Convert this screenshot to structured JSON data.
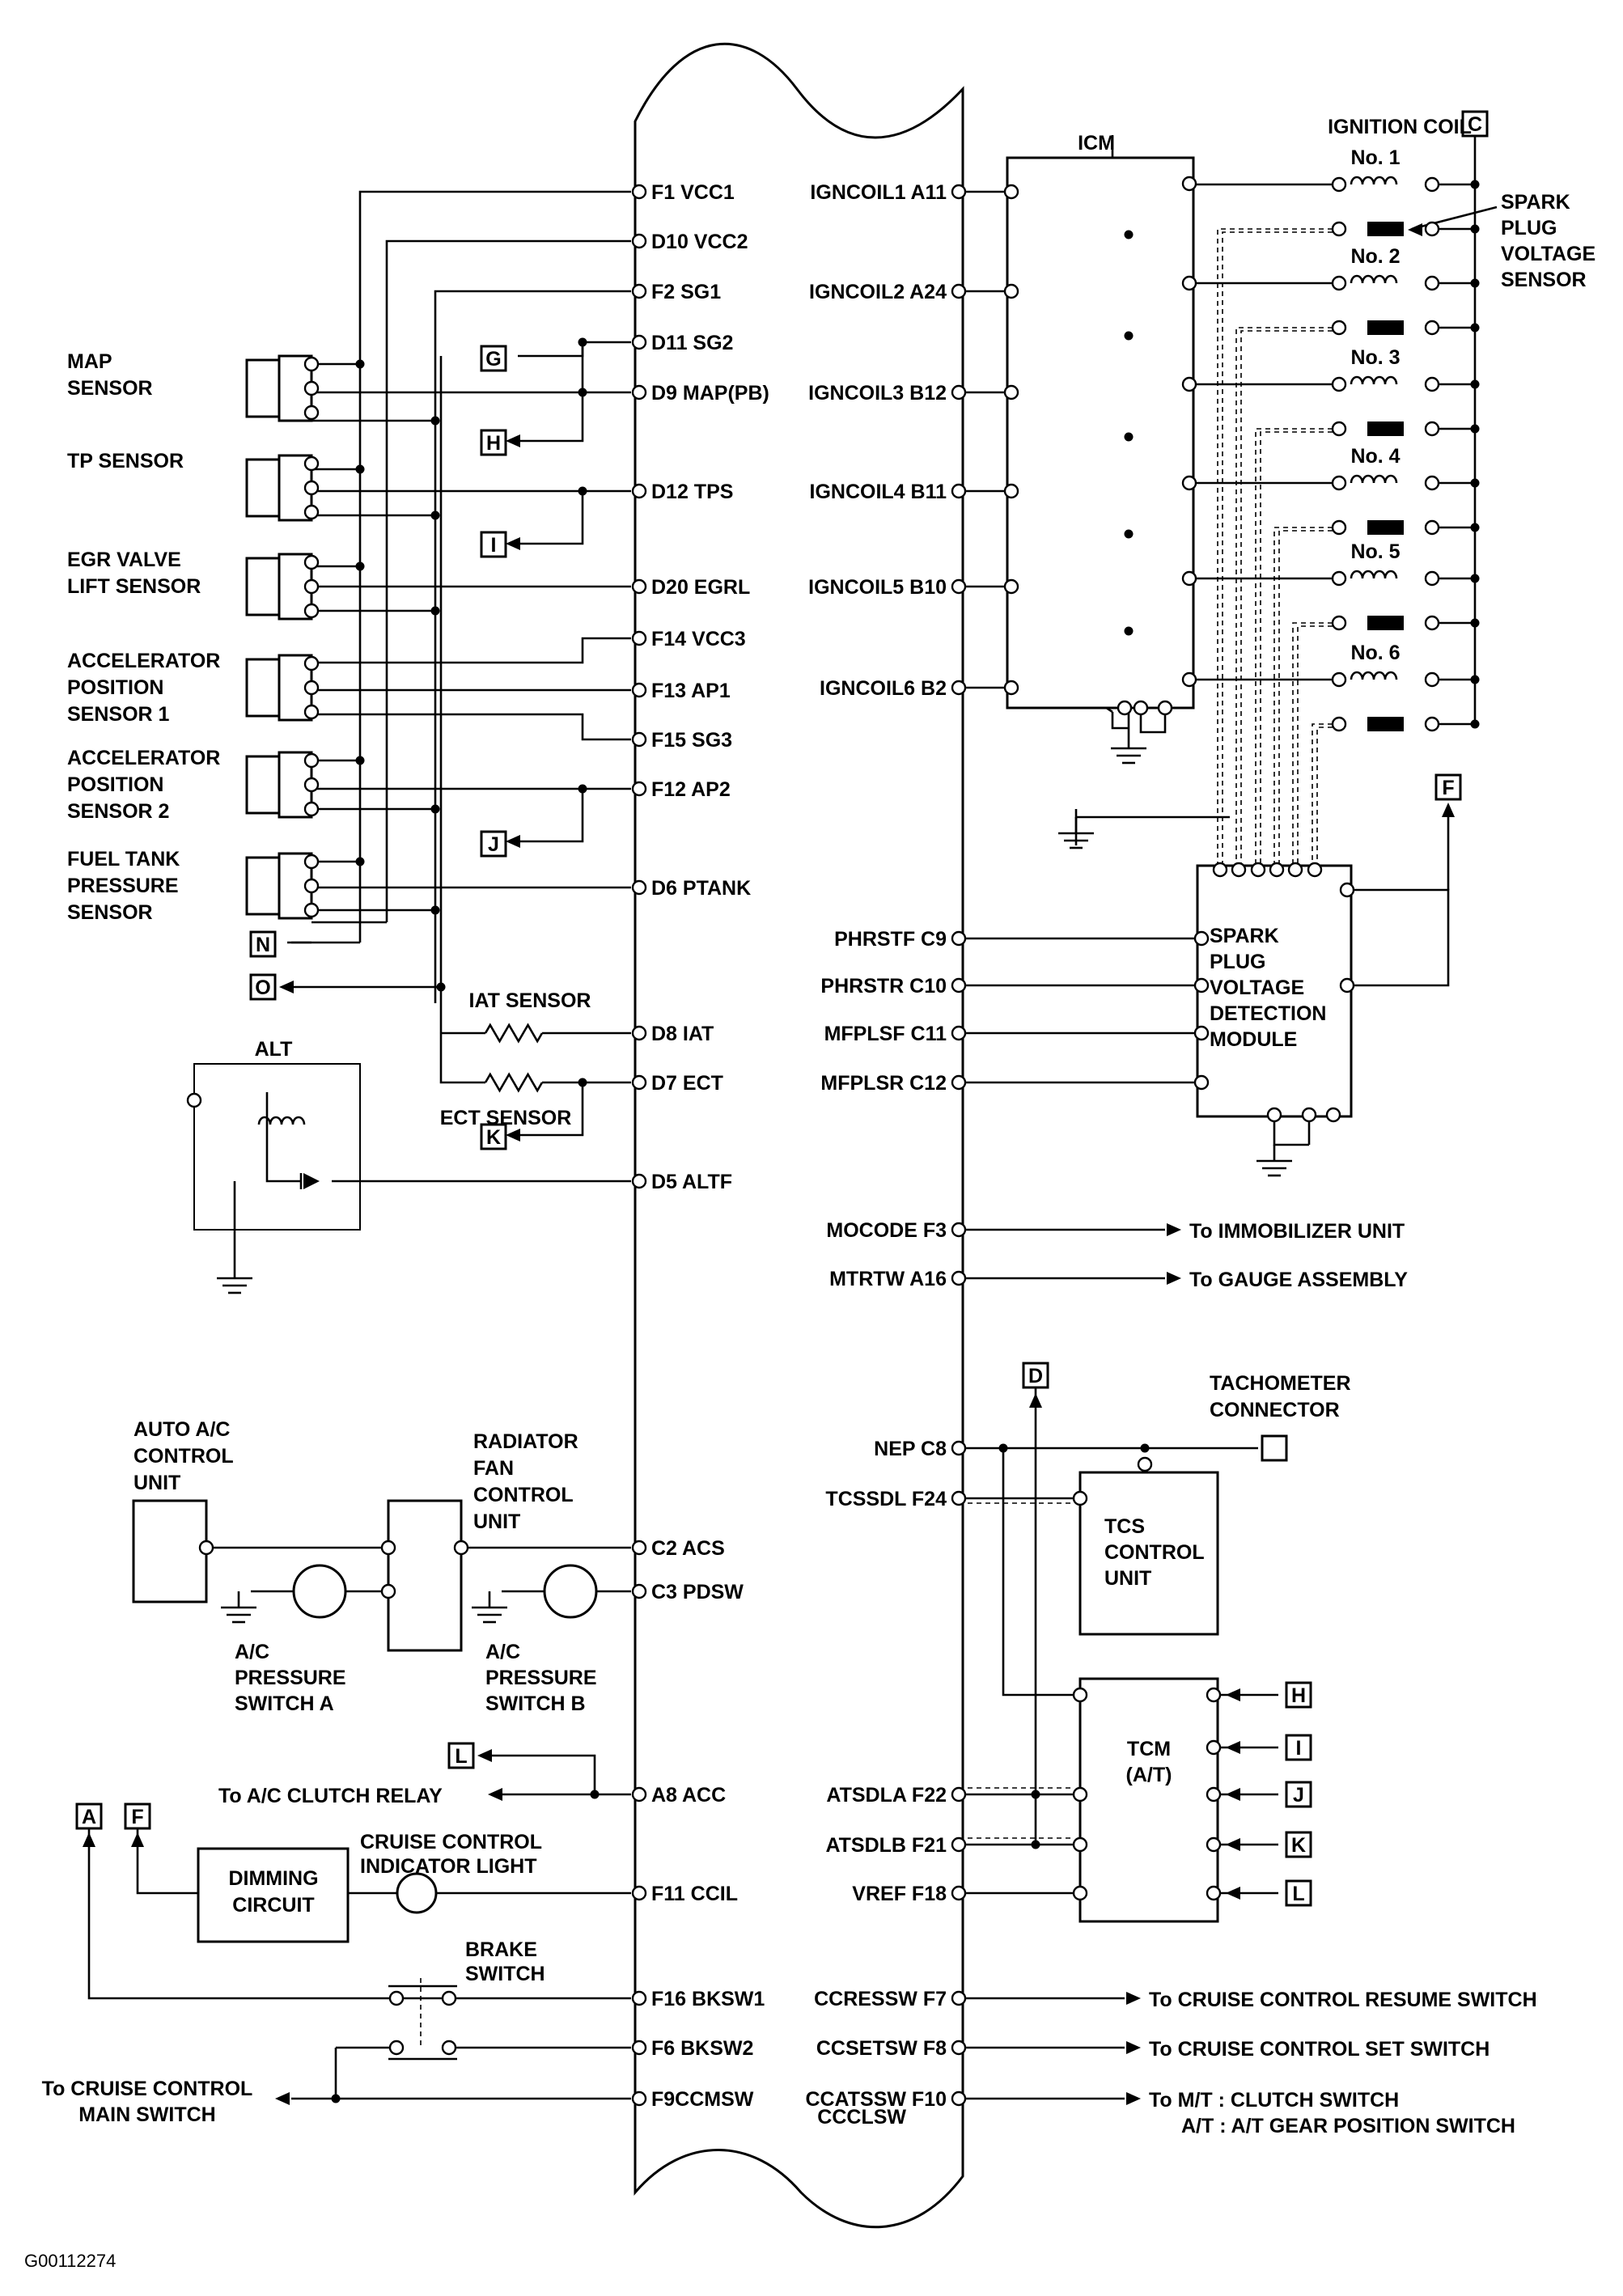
{
  "ecm_pins_left": [
    {
      "label": "F1 VCC1"
    },
    {
      "label": "D10 VCC2"
    },
    {
      "label": "F2 SG1"
    },
    {
      "label": "D11 SG2"
    },
    {
      "label": "D9 MAP(PB)"
    },
    {
      "label": "D12 TPS"
    },
    {
      "label": "D20 EGRL"
    },
    {
      "label": "F14 VCC3"
    },
    {
      "label": "F13 AP1"
    },
    {
      "label": "F15 SG3"
    },
    {
      "label": "F12 AP2"
    },
    {
      "label": "D6 PTANK"
    },
    {
      "label": "D8 IAT"
    },
    {
      "label": "D7 ECT"
    },
    {
      "label": "D5 ALTF"
    },
    {
      "label": "C2 ACS"
    },
    {
      "label": "C3 PDSW"
    },
    {
      "label": "A8 ACC"
    },
    {
      "label": "F11 CCIL"
    },
    {
      "label": "F16 BKSW1"
    },
    {
      "label": "F6 BKSW2"
    },
    {
      "label": "F9CCMSW"
    }
  ],
  "ecm_pins_right": [
    {
      "label": "IGNCOIL1 A11"
    },
    {
      "label": "IGNCOIL2 A24"
    },
    {
      "label": "IGNCOIL3 B12"
    },
    {
      "label": "IGNCOIL4 B11"
    },
    {
      "label": "IGNCOIL5 B10"
    },
    {
      "label": "IGNCOIL6 B2"
    },
    {
      "label": "PHRSTF C9"
    },
    {
      "label": "PHRSTR C10"
    },
    {
      "label": "MFPLSF C11"
    },
    {
      "label": "MFPLSR C12"
    },
    {
      "label": "MOCODE F3"
    },
    {
      "label": "MTRTW A16"
    },
    {
      "label": "NEP C8"
    },
    {
      "label": "TCSSDL F24"
    },
    {
      "label": "ATSDLA F22"
    },
    {
      "label": "ATSDLB F21"
    },
    {
      "label": "VREF F18"
    },
    {
      "label": "CCRESSW F7"
    },
    {
      "label": "CCSETSW F8"
    },
    {
      "label": "CCATSSW F10"
    },
    {
      "label": "CCCLSW"
    }
  ],
  "sensors": {
    "map": [
      "MAP",
      "SENSOR"
    ],
    "tp": [
      "TP SENSOR"
    ],
    "egr": [
      "EGR VALVE",
      "LIFT SENSOR"
    ],
    "ap1": [
      "ACCELERATOR",
      "POSITION",
      "SENSOR 1"
    ],
    "ap2": [
      "ACCELERATOR",
      "POSITION",
      "SENSOR 2"
    ],
    "fuel": [
      "FUEL TANK",
      "PRESSURE",
      "SENSOR"
    ],
    "iat": "IAT SENSOR",
    "ect": "ECT SENSOR",
    "alt": "ALT"
  },
  "ignition": {
    "icm": "ICM",
    "coil_title": "IGNITION COIL",
    "coils": [
      "No. 1",
      "No. 2",
      "No. 3",
      "No. 4",
      "No. 5",
      "No. 6"
    ],
    "spark_sensor": [
      "SPARK",
      "PLUG",
      "VOLTAGE",
      "SENSOR"
    ],
    "detect_module": [
      "SPARK",
      "PLUG",
      "VOLTAGE",
      "DETECTION",
      "MODULE"
    ]
  },
  "destinations": {
    "immobilizer": "To IMMOBILIZER UNIT",
    "gauge": "To GAUGE ASSEMBLY",
    "resume": "To CRUISE CONTROL RESUME SWITCH",
    "set": "To CRUISE CONTROL SET SWITCH",
    "clutch1": "To M/T : CLUTCH SWITCH",
    "clutch2": "A/T : A/T GEAR POSITION SWITCH",
    "ac_relay": "To A/C CLUTCH RELAY",
    "main_sw1": "To CRUISE CONTROL",
    "main_sw2": "MAIN SWITCH"
  },
  "lower": {
    "tach": [
      "TACHOMETER",
      "CONNECTOR"
    ],
    "tcs": [
      "TCS",
      "CONTROL",
      "UNIT"
    ],
    "tcm": [
      "TCM",
      "(A/T)"
    ],
    "auto_ac": [
      "AUTO A/C",
      "CONTROL",
      "UNIT"
    ],
    "radiator": [
      "RADIATOR",
      "FAN",
      "CONTROL",
      "UNIT"
    ],
    "ac_press_a": [
      "A/C",
      "PRESSURE",
      "SWITCH A"
    ],
    "ac_press_b": [
      "A/C",
      "PRESSURE",
      "SWITCH B"
    ],
    "cruise_light": [
      "CRUISE CONTROL",
      "INDICATOR LIGHT"
    ],
    "dimming": [
      "DIMMING",
      "CIRCUIT"
    ],
    "brake": [
      "BRAKE",
      "SWITCH"
    ]
  },
  "connectors": [
    "A",
    "C",
    "D",
    "F",
    "G",
    "H",
    "I",
    "J",
    "K",
    "L",
    "N",
    "O"
  ],
  "figure_code": "G00112274"
}
